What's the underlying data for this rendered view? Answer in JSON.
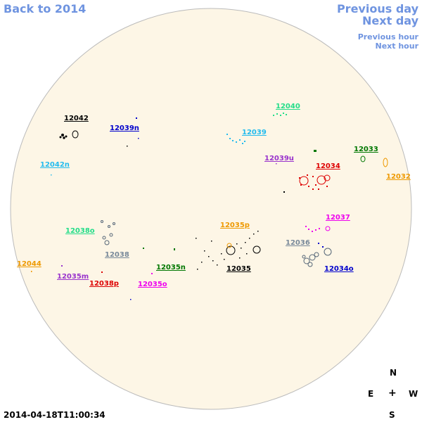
{
  "nav": {
    "back": "Back to 2014",
    "previous_day": "Previous day",
    "next_day": "Next day",
    "previous_hour": "Previous hour",
    "next_hour": "Next hour"
  },
  "timestamp": "2014-04-18T11:00:34",
  "compass": {
    "north": "N",
    "east": "E",
    "center": "+",
    "west": "W",
    "south": "S"
  },
  "colors": {
    "disk": "#fdf6e6",
    "nav": "#6f94e0"
  },
  "regions": [
    {
      "id": "12042",
      "color": "#000000"
    },
    {
      "id": "12039n",
      "color": "#0000cc"
    },
    {
      "id": "12040",
      "color": "#22dd88"
    },
    {
      "id": "12039",
      "color": "#22bbee"
    },
    {
      "id": "12039u",
      "color": "#9933cc"
    },
    {
      "id": "12033",
      "color": "#007700"
    },
    {
      "id": "12034",
      "color": "#dd0000"
    },
    {
      "id": "12032",
      "color": "#ee9900"
    },
    {
      "id": "12042n",
      "color": "#22bbee"
    },
    {
      "id": "12037",
      "color": "#ee00ee"
    },
    {
      "id": "12035p",
      "color": "#ee9900"
    },
    {
      "id": "12038o",
      "color": "#22dd88"
    },
    {
      "id": "12036",
      "color": "#778899"
    },
    {
      "id": "12038",
      "color": "#778899"
    },
    {
      "id": "12035",
      "color": "#000000"
    },
    {
      "id": "12034o",
      "color": "#0000cc"
    },
    {
      "id": "12044",
      "color": "#ee9900"
    },
    {
      "id": "12035n",
      "color": "#007700"
    },
    {
      "id": "12035m",
      "color": "#9933cc"
    },
    {
      "id": "12038p",
      "color": "#dd0000"
    },
    {
      "id": "12035o",
      "color": "#ee00ee"
    }
  ]
}
